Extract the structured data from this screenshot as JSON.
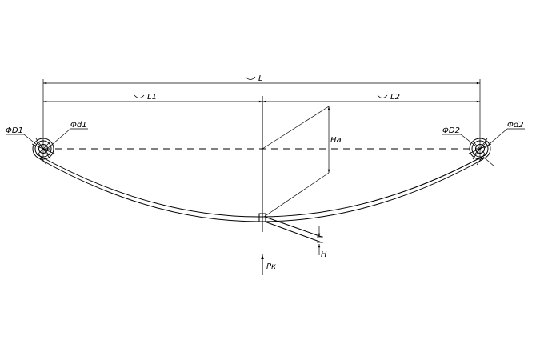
{
  "labels": {
    "L": "L",
    "L1": "L1",
    "L2": "L2",
    "Ha": "Ha",
    "H": "H",
    "Pk": "Pк",
    "D1": "ΦD1",
    "d1": "Φd1",
    "D2": "ΦD2",
    "d2": "Φd2"
  },
  "icons": {
    "arc": "arc-symbol",
    "phi": "diameter-symbol"
  },
  "colors": {
    "stroke": "#000000",
    "background": "#ffffff"
  }
}
